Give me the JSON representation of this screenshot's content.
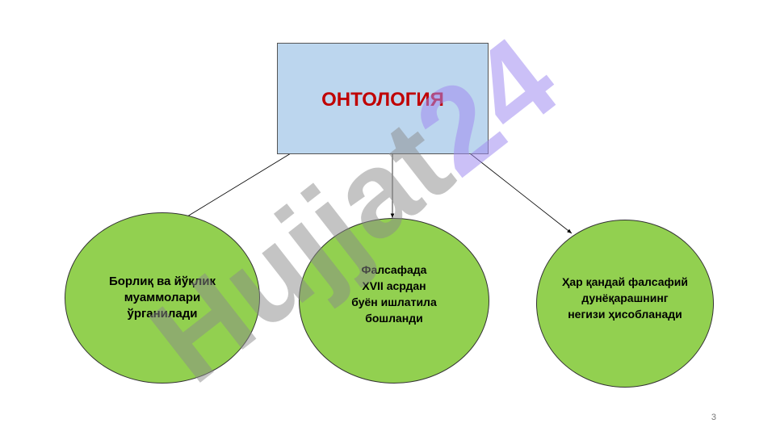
{
  "title": "ОНТОЛОГИЯ",
  "nodes": [
    {
      "lines": [
        "Борлиқ ва йўқлик",
        "муаммолари",
        "ўрганилади"
      ]
    },
    {
      "lines": [
        "Фалсафада",
        "XVII асрдан",
        "буён ишлатила",
        "бошланди"
      ]
    },
    {
      "lines": [
        "Ҳар қандай фалсафий",
        "дунёқарашнинг",
        "негизи ҳисобланади"
      ]
    }
  ],
  "page_number": "3",
  "watermark": {
    "text_gray": "Hujjat",
    "text_purple": "24",
    "colors": {
      "gray": "#b0b0b0",
      "purple": "#c8b8f4"
    }
  },
  "colors": {
    "box_fill": "#bcd6ee",
    "title": "#c00000",
    "ellipse_fill": "#92d050"
  }
}
